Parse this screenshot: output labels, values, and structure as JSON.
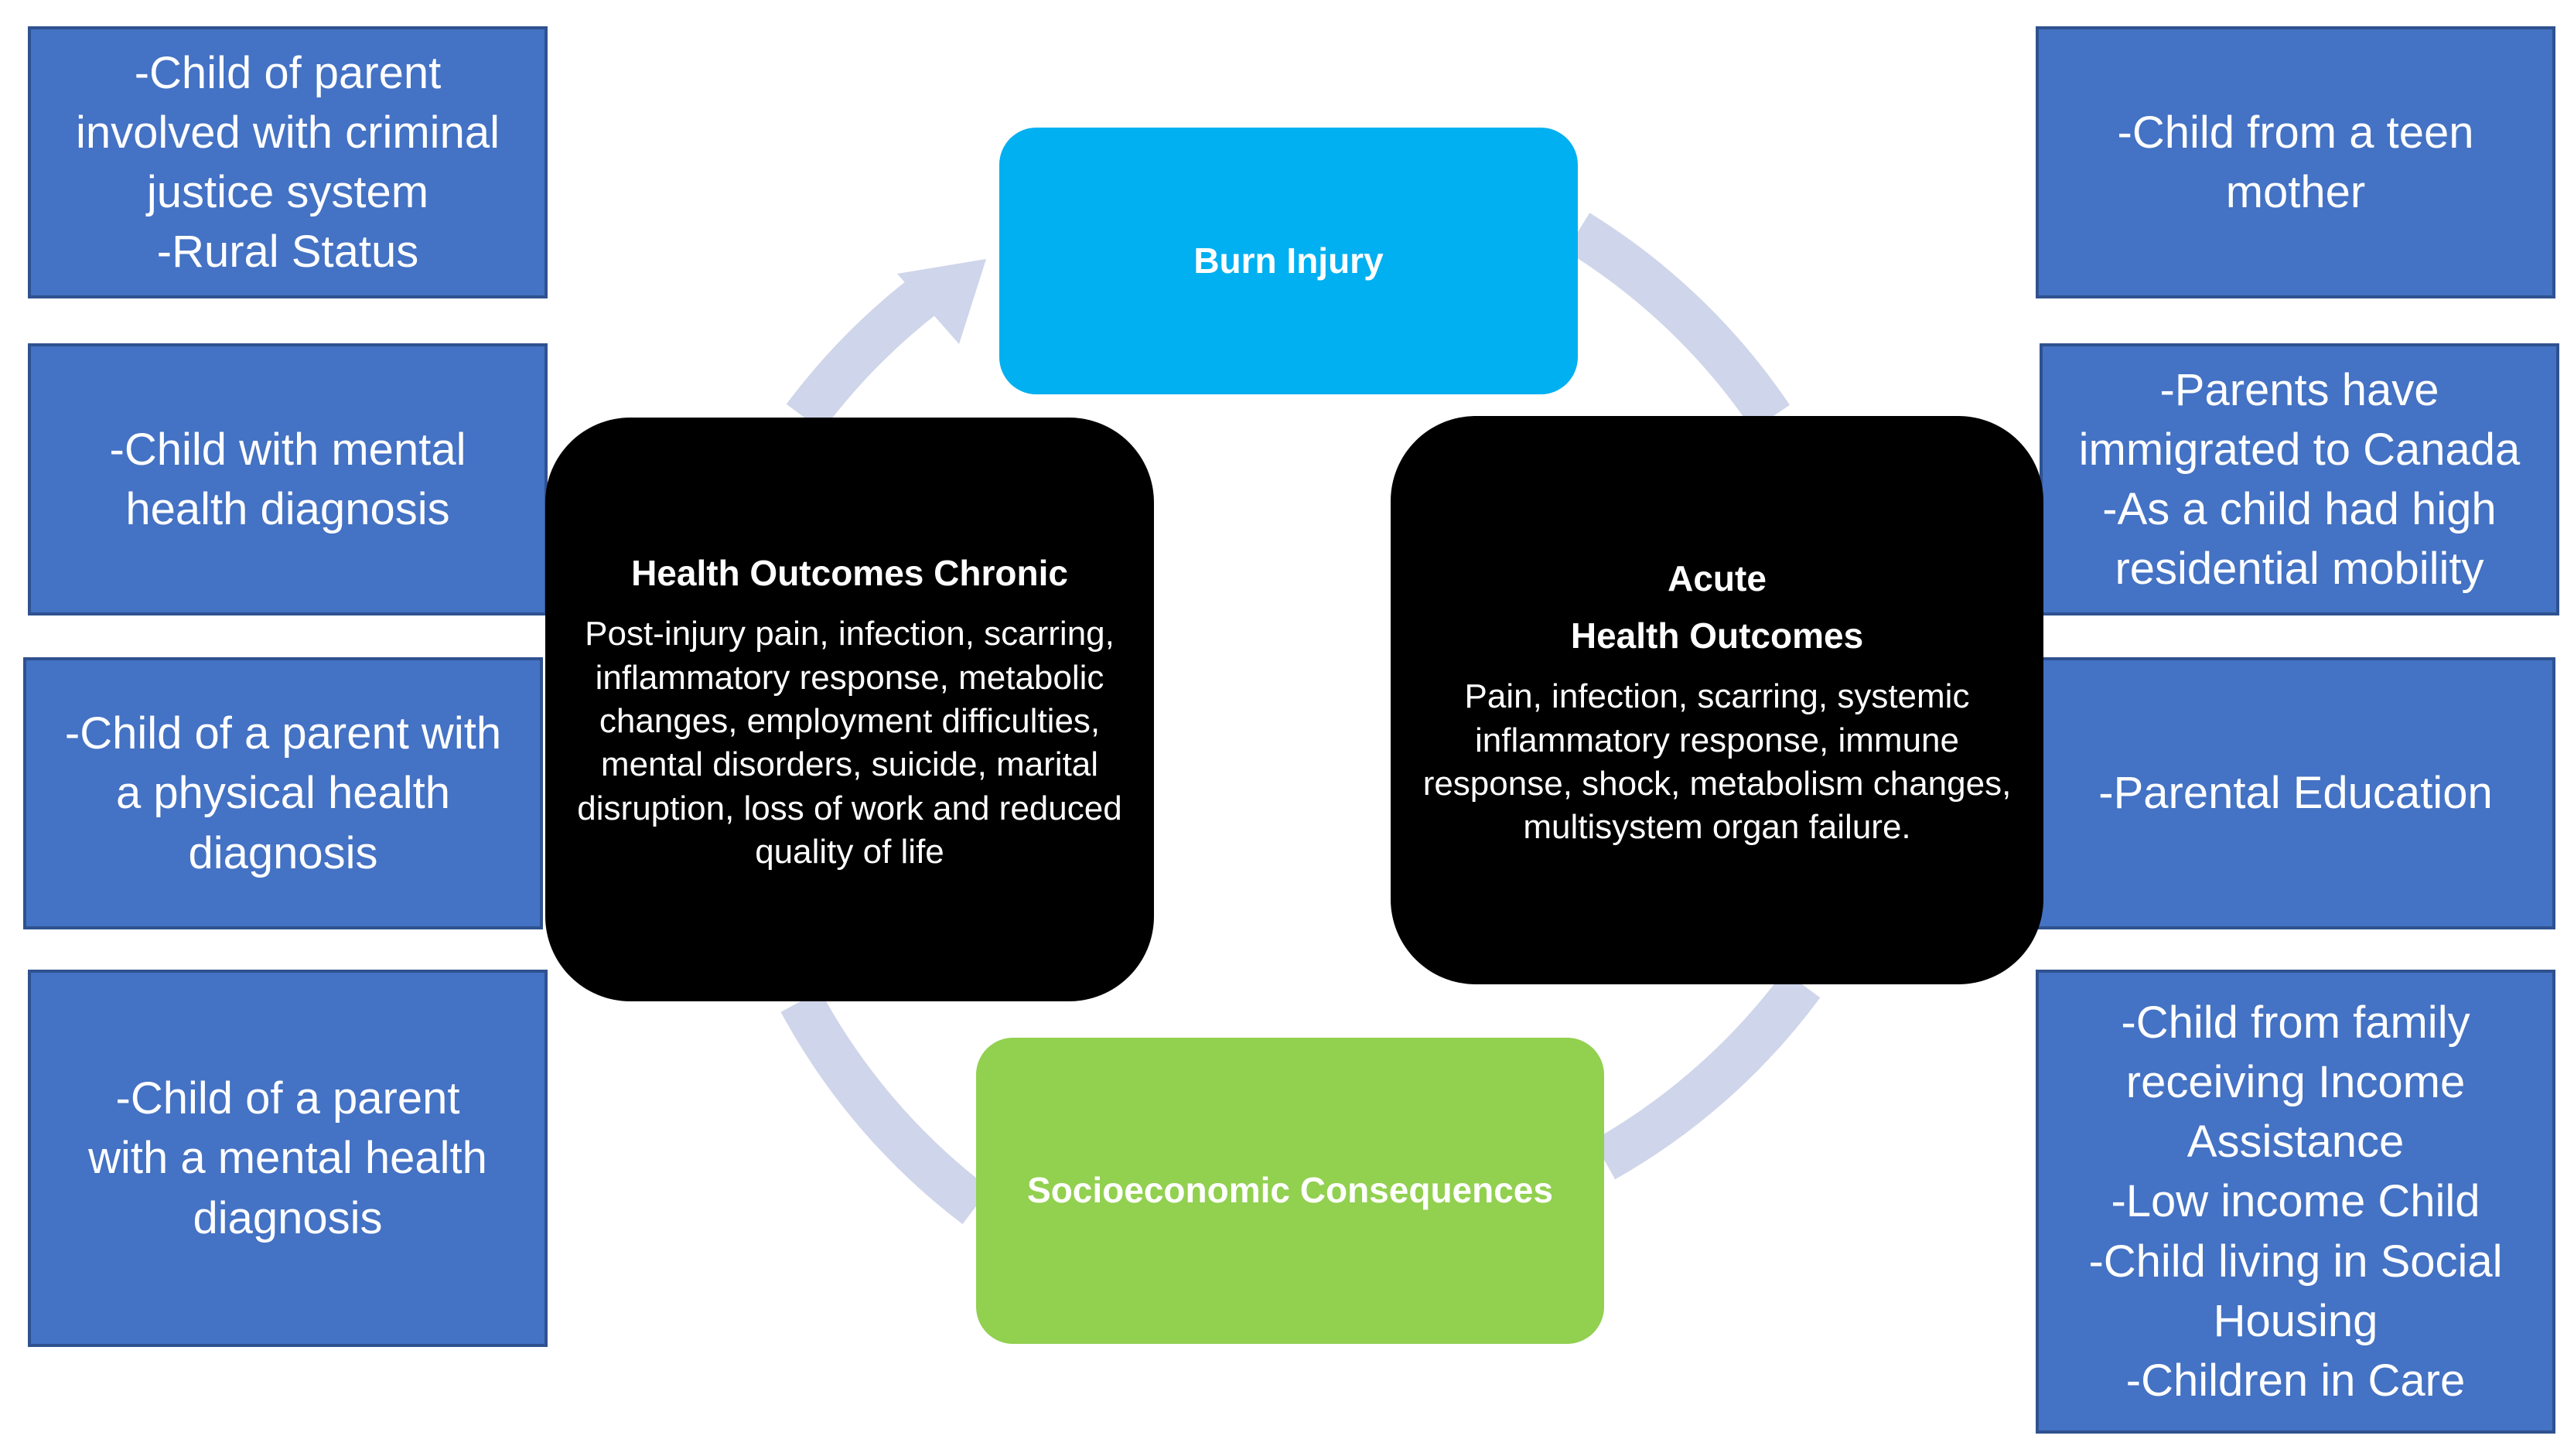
{
  "colors": {
    "side_box_fill": "#4472c4",
    "side_box_border": "#2f528f",
    "burn_injury": "#00b0f0",
    "socioeconomic": "#92d050",
    "health_outcomes": "#000000",
    "cycle_arrow": "#cfd5ea"
  },
  "left_boxes": [
    {
      "text": "-Child of parent\ninvolved with criminal\njustice system\n-Rural Status"
    },
    {
      "text": "-Child with mental\nhealth diagnosis"
    },
    {
      "text": "-Child of a parent with\na physical health\ndiagnosis"
    },
    {
      "text": "-Child of a parent\nwith a mental health\ndiagnosis"
    }
  ],
  "right_boxes": [
    {
      "text": "-Child from a teen\nmother"
    },
    {
      "text": "-Parents have\nimmigrated to Canada\n-As a child had high\nresidential mobility"
    },
    {
      "text": "-Parental Education"
    },
    {
      "text": "-Child from family\nreceiving Income\nAssistance\n-Low income Child\n-Child living in Social\nHousing\n-Children in Care"
    }
  ],
  "cycle": {
    "burn_injury": {
      "title": "Burn Injury"
    },
    "acute": {
      "title": "Acute\nHealth Outcomes",
      "description": "Pain, infection, scarring, systemic inflammatory response, immune response, shock, metabolism changes, multisystem organ failure."
    },
    "socioeconomic": {
      "title": "Socioeconomic Consequences"
    },
    "chronic": {
      "title": "Health Outcomes Chronic",
      "description": "Post-injury pain, infection, scarring, inflammatory response, metabolic changes, employment difficulties, mental disorders, suicide, marital disruption, loss of work and reduced quality of life"
    }
  }
}
